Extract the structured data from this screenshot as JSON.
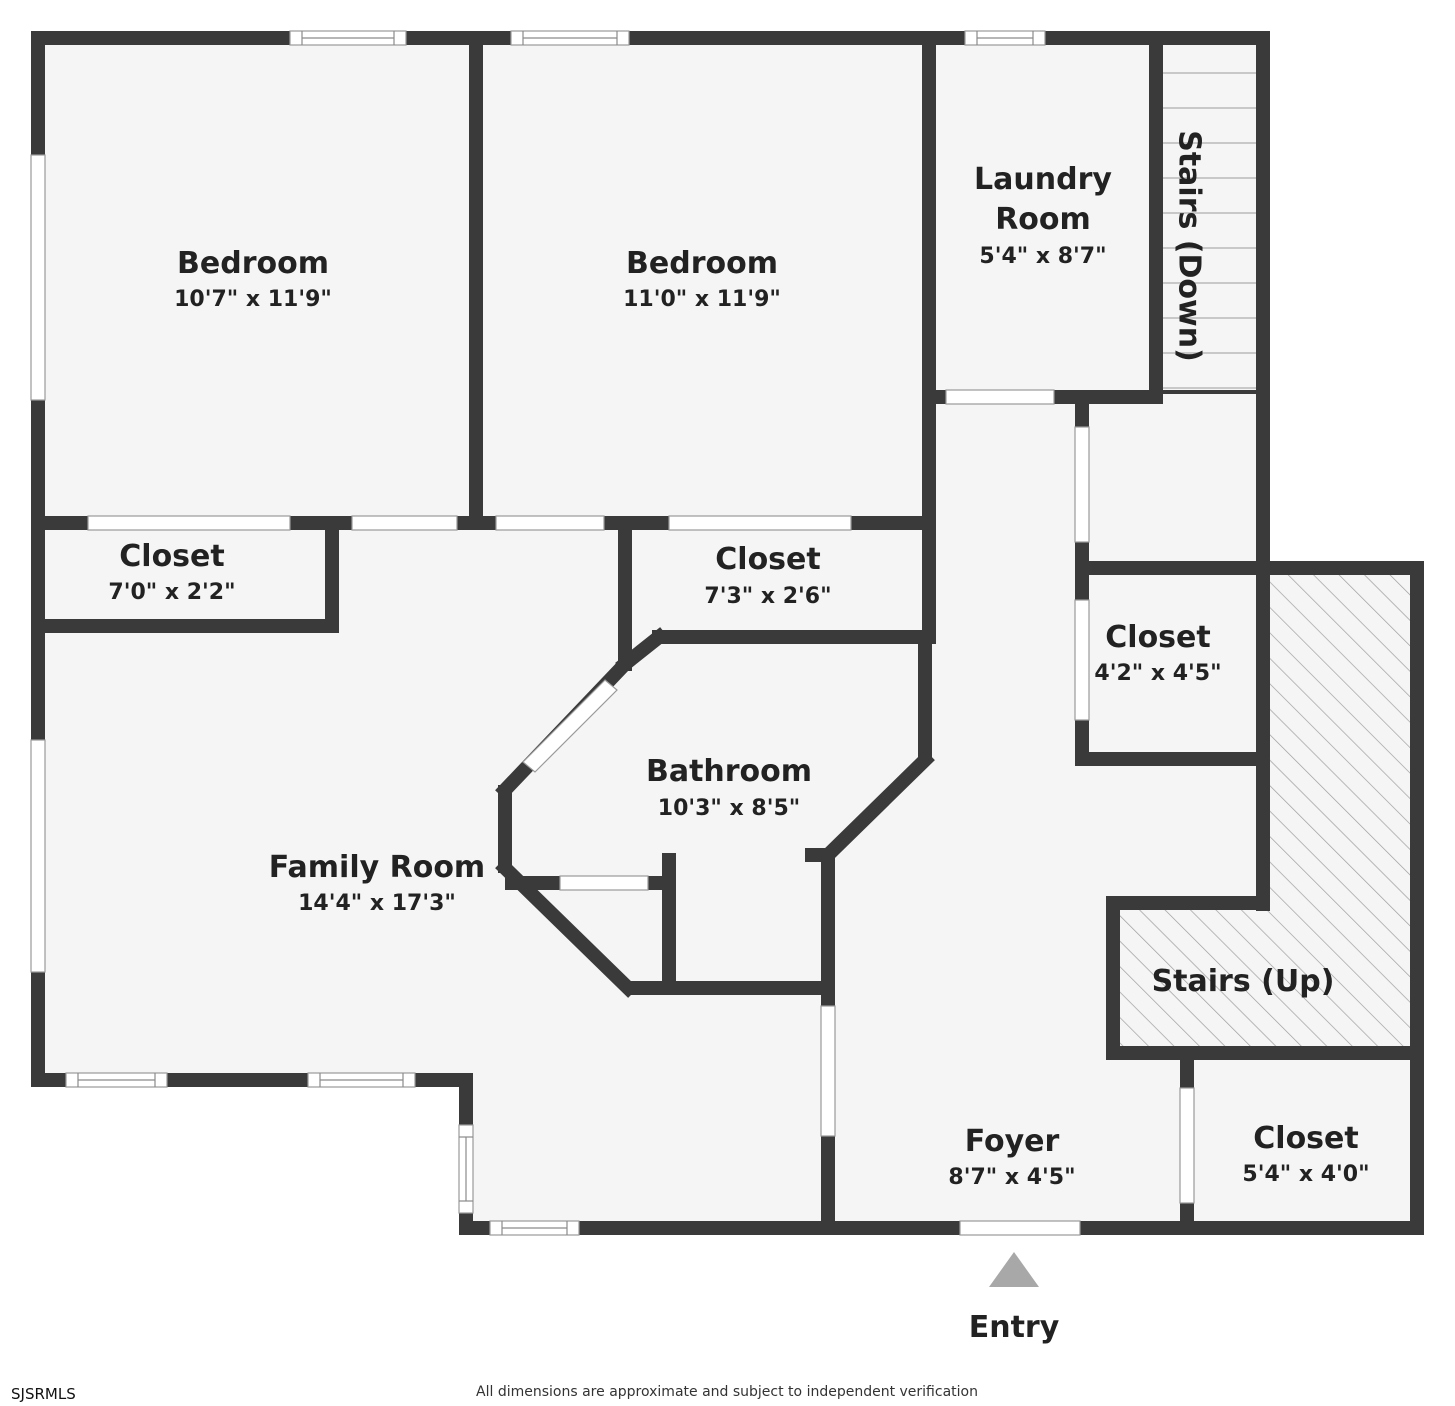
{
  "rooms": {
    "bedroom_1": {
      "name": "Bedroom",
      "dim": "10'7\" x 11'9\""
    },
    "bedroom_2": {
      "name": "Bedroom",
      "dim": "11'0\" x 11'9\""
    },
    "laundry": {
      "name_line1": "Laundry",
      "name_line2": "Room",
      "dim": "5'4\" x 8'7\""
    },
    "stairs_down": {
      "name": "Stairs (Down)"
    },
    "closet_1": {
      "name": "Closet",
      "dim": "7'0\" x 2'2\""
    },
    "closet_2": {
      "name": "Closet",
      "dim": "7'3\" x 2'6\""
    },
    "closet_3": {
      "name": "Closet",
      "dim": "4'2\" x 4'5\""
    },
    "bathroom": {
      "name": "Bathroom",
      "dim": "10'3\" x 8'5\""
    },
    "family_room": {
      "name": "Family Room",
      "dim": "14'4\" x 17'3\""
    },
    "stairs_up": {
      "name": "Stairs (Up)"
    },
    "foyer": {
      "name": "Foyer",
      "dim": "8'7\" x 4'5\""
    },
    "closet_4": {
      "name": "Closet",
      "dim": "5'4\" x 4'0\""
    }
  },
  "entry": {
    "label": "Entry"
  },
  "footer": {
    "brand": "SJSRMLS",
    "disclaimer": "All dimensions are approximate and subject to independent verification"
  },
  "colors": {
    "wall": "#3a3a3a",
    "floor": "#f5f5f5",
    "entry_arrow": "#a8a8a8",
    "hatch": "#a0a0a0"
  }
}
